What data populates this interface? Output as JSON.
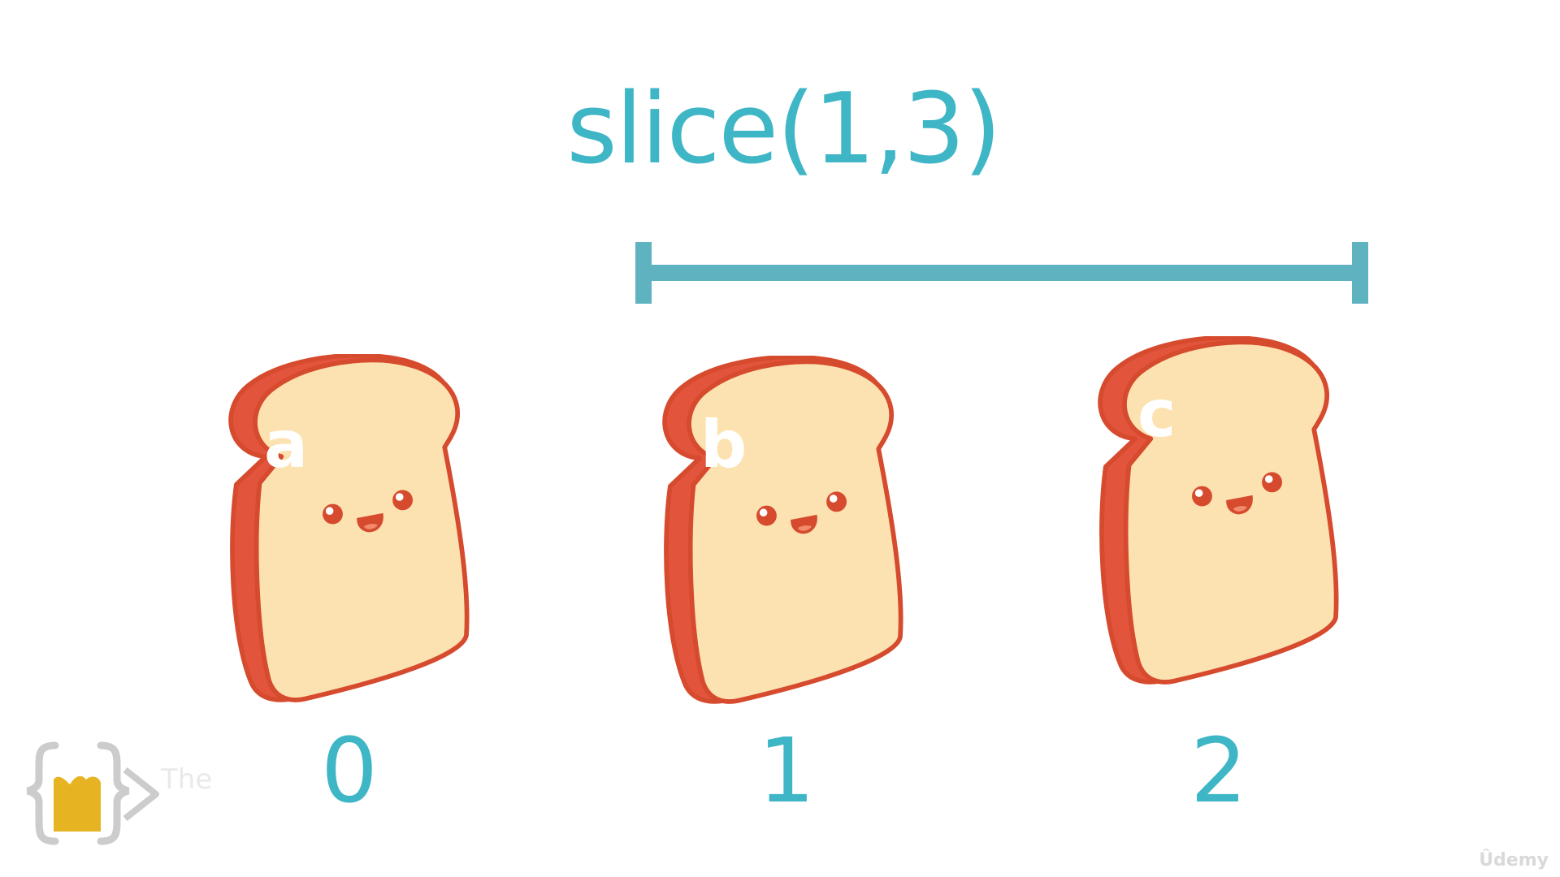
{
  "title": "slice(1,3)",
  "items": [
    {
      "label": "a",
      "index": "0"
    },
    {
      "label": "b",
      "index": "1"
    },
    {
      "label": "c",
      "index": "2"
    }
  ],
  "colors": {
    "accent": "#3eb6c6",
    "bracket": "#5fb3c0",
    "crust": "#e2553c",
    "crust_outline": "#d64a2e",
    "bread": "#fce2b0",
    "logo_yellow": "#e6b422",
    "logo_gray": "#cccccc"
  },
  "logo": {
    "text": "The"
  },
  "watermark": "Ûdemy"
}
